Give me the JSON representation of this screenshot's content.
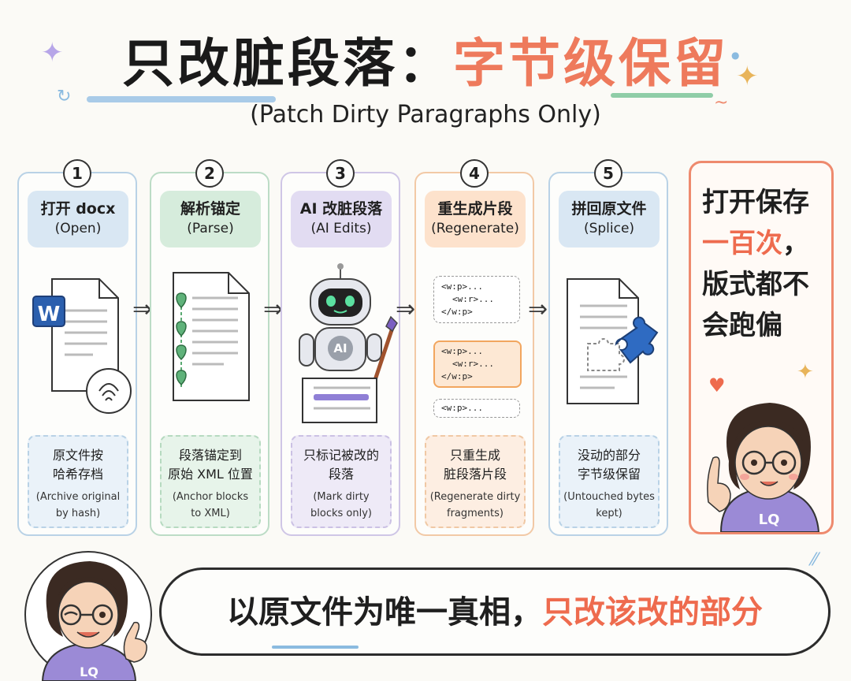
{
  "title": {
    "part1": "只改脏段落",
    "colon": "：",
    "part2": "字节级保留",
    "subtitle": "(Patch Dirty Paragraphs Only)"
  },
  "steps": [
    {
      "num": "1",
      "zh": "打开 docx",
      "en": "(Open)",
      "note_zh1": "原文件按",
      "note_zh2": "哈希存档",
      "note_en1": "(Archive original",
      "note_en2": "by hash)"
    },
    {
      "num": "2",
      "zh": "解析锚定",
      "en": "(Parse)",
      "note_zh1": "段落锚定到",
      "note_zh2": "原始 XML 位置",
      "note_en1": "(Anchor blocks",
      "note_en2": "to XML)"
    },
    {
      "num": "3",
      "zh": "AI 改脏段落",
      "en": "(AI Edits)",
      "note_zh1": "只标记被改的",
      "note_zh2": "段落",
      "note_en1": "(Mark dirty",
      "note_en2": "blocks only)"
    },
    {
      "num": "4",
      "zh": "重生成片段",
      "en": "(Regenerate)",
      "note_zh1": "只重生成",
      "note_zh2": "脏段落片段",
      "note_en1": "(Regenerate dirty",
      "note_en2": "fragments)"
    },
    {
      "num": "5",
      "zh": "拼回原文件",
      "en": "(Splice)",
      "note_zh1": "没动的部分",
      "note_zh2": "字节级保留",
      "note_en1": "(Untouched bytes",
      "note_en2": "kept)"
    }
  ],
  "word_icon_letter": "W",
  "robot_badge": "AI",
  "code_lines": {
    "top1": "<w:p>...",
    "top2": "<w:r>...",
    "top3": "</w:p>",
    "mid1": "<w:p>...",
    "mid2": "<w:r>...",
    "mid3": "</w:p>",
    "bot1": "<w:p>..."
  },
  "highlight": {
    "line1": "打开保存",
    "line2a": "一百次",
    "line2b": "，",
    "line3": "版式都不",
    "line4": "会跑偏"
  },
  "avatar_badge": "LQ",
  "bottom": {
    "part1": "以原文件为唯一真相，",
    "part2": "只改该改的部分"
  },
  "colors": {
    "accent": "#ee6b4e",
    "blue": "#d9e7f3",
    "green": "#d6ecdc",
    "purple": "#e2dcf2",
    "orange": "#fde2cc"
  }
}
